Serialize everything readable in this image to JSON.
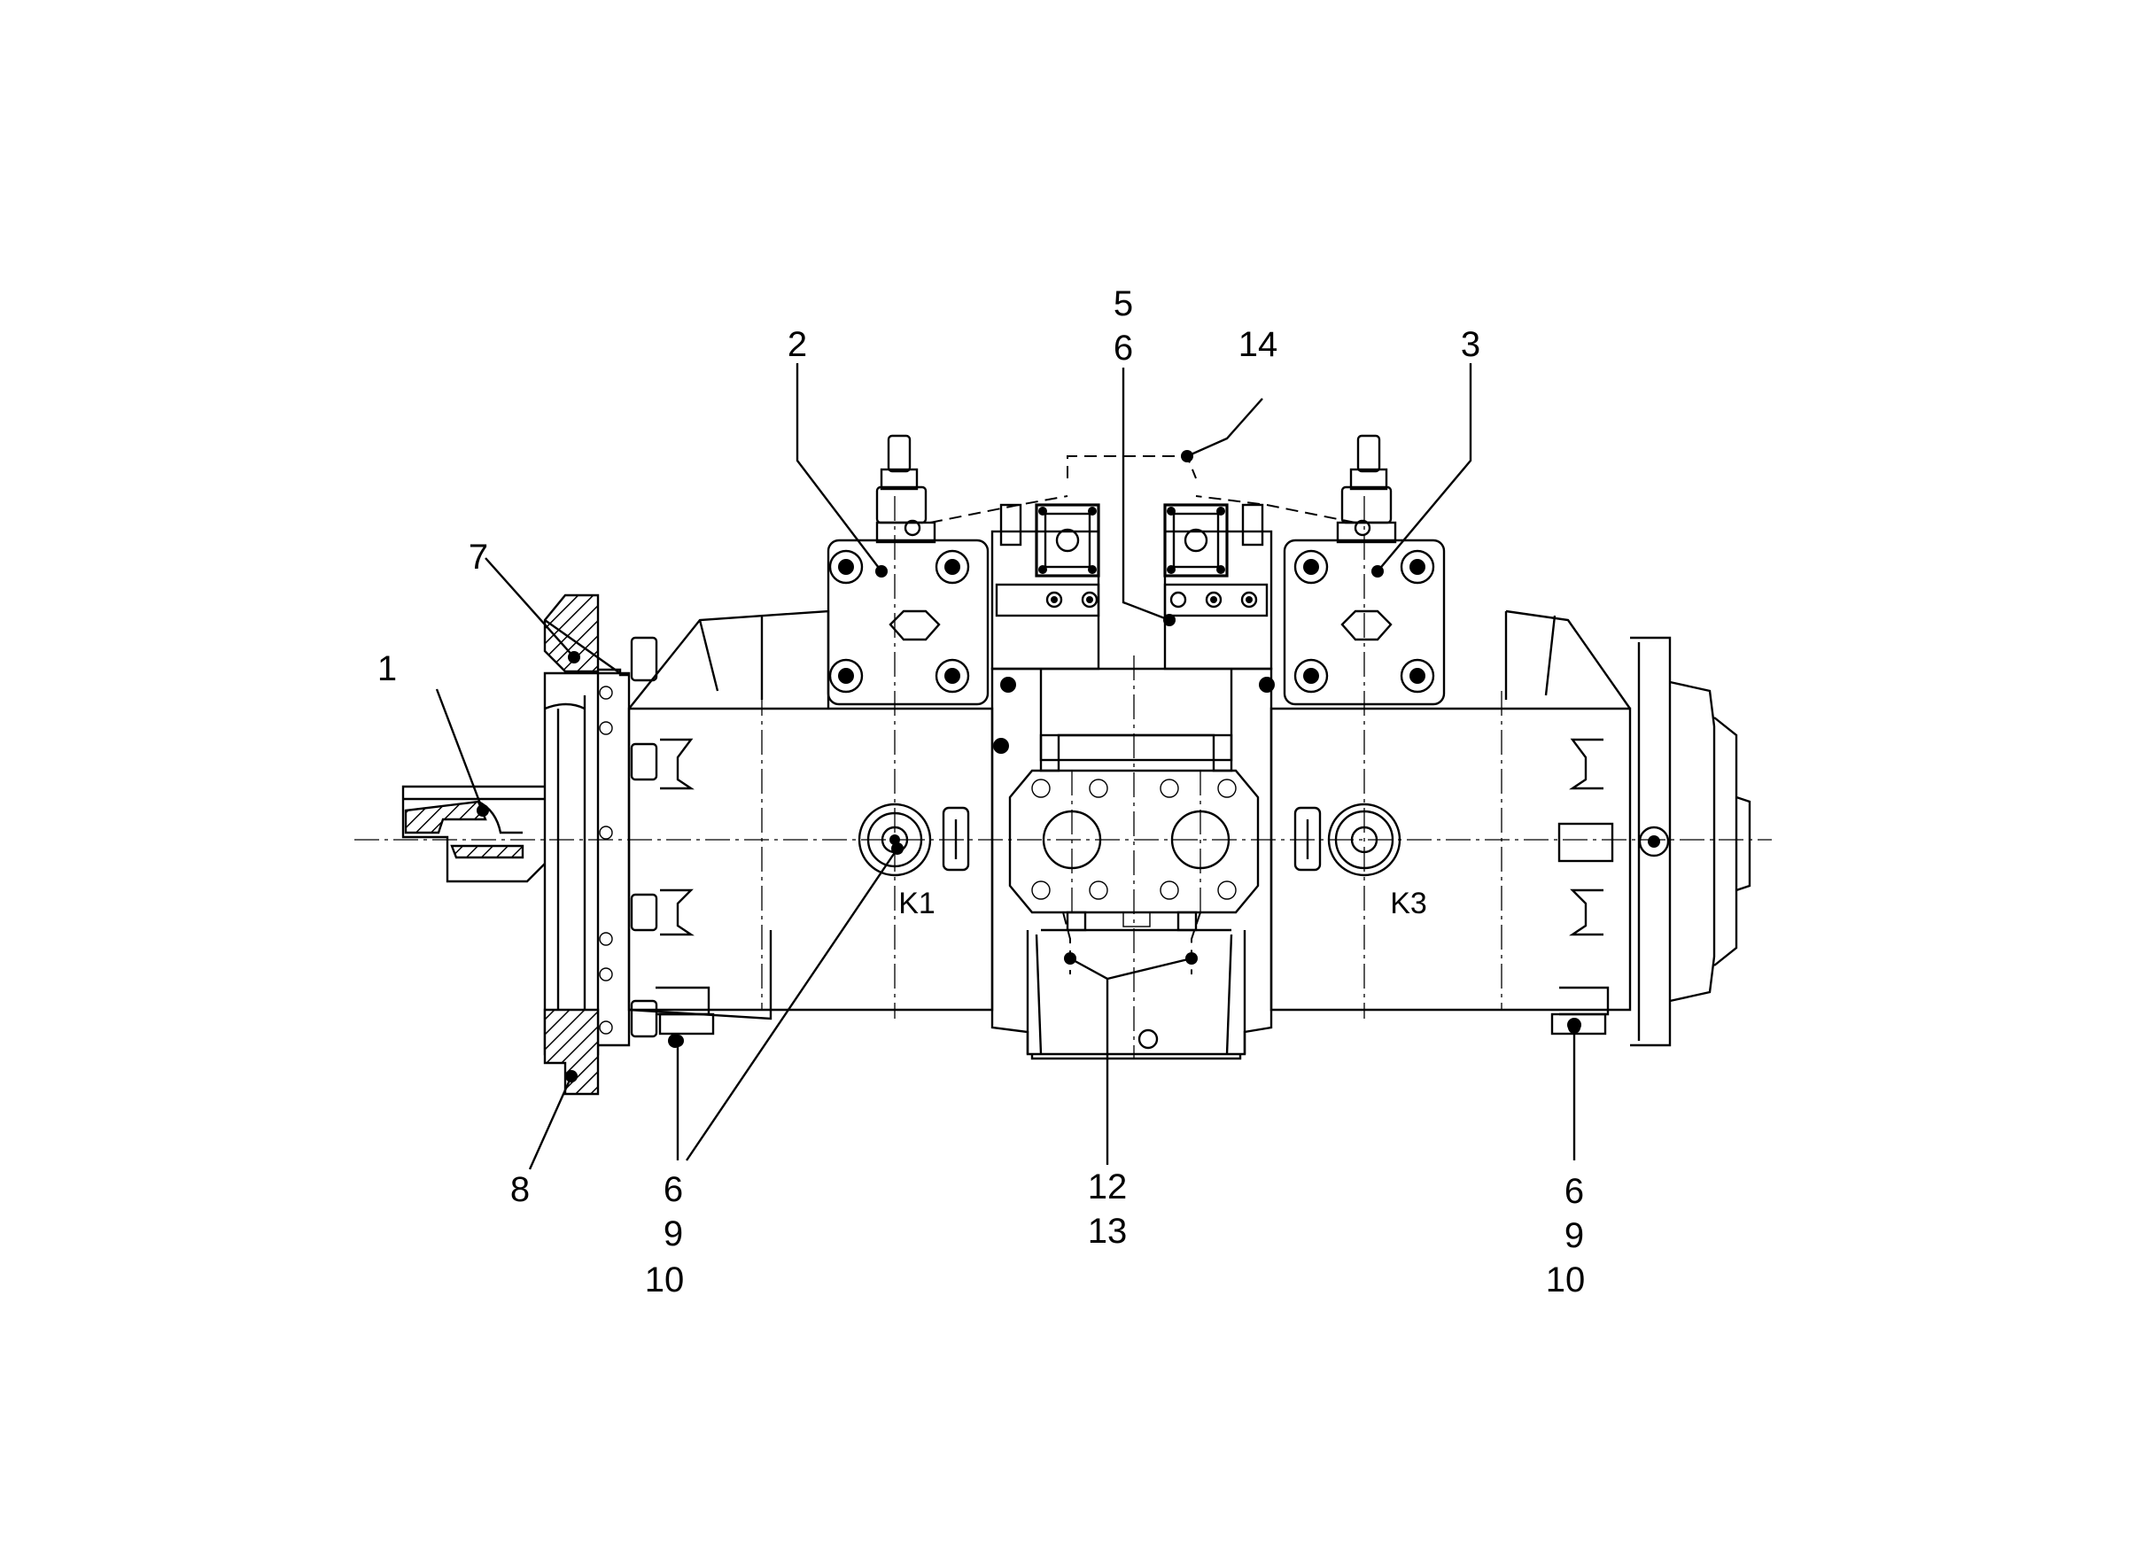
{
  "callouts": {
    "c1": "1",
    "c2": "2",
    "c3": "3",
    "c5": "5",
    "c6_top": "6",
    "c7": "7",
    "c8": "8",
    "c14": "14",
    "c6_left": "6",
    "c9_left": "9",
    "c10_left": "10",
    "c12": "12",
    "c13": "13",
    "c6_right": "6",
    "c9_right": "9",
    "c10_right": "10"
  },
  "port_labels": {
    "k1": "K1",
    "k3": "K3"
  }
}
